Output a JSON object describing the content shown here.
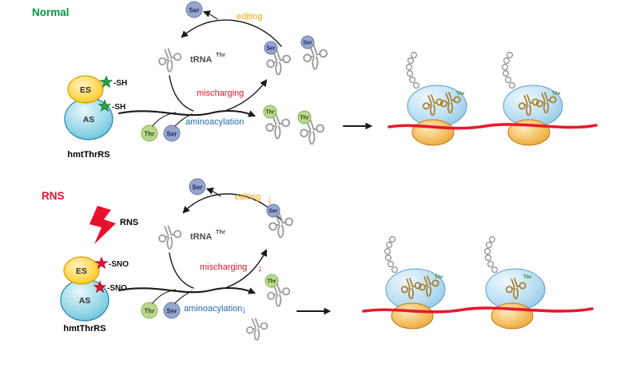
{
  "colors": {
    "normal_title": "#009a44",
    "rns_title": "#e8112d",
    "editing": "#f5a500",
    "mischarging": "#e8112d",
    "aminoacylation": "#1f6cb4",
    "mrna": "#e8192c",
    "ser_fill": "#96a5cd",
    "thr_fill": "#b9d88f"
  },
  "labels": {
    "ser": "Ser",
    "thr": "Thr",
    "trna": "tRNA",
    "trna_sup": "Thr",
    "editing": "editing",
    "mischarging": "mischarging",
    "aminoacylation": "aminoacylation",
    "down_arrow": "↓"
  },
  "normal": {
    "title": "Normal",
    "es": "ES",
    "as": "AS",
    "thiol": "-SH",
    "enzyme_name": "hmtThrRS"
  },
  "rns": {
    "title": "RNS",
    "bolt_label": "RNS",
    "es": "ES",
    "as": "AS",
    "sno": "-SNO",
    "enzyme_name": "hmtThrRS"
  }
}
